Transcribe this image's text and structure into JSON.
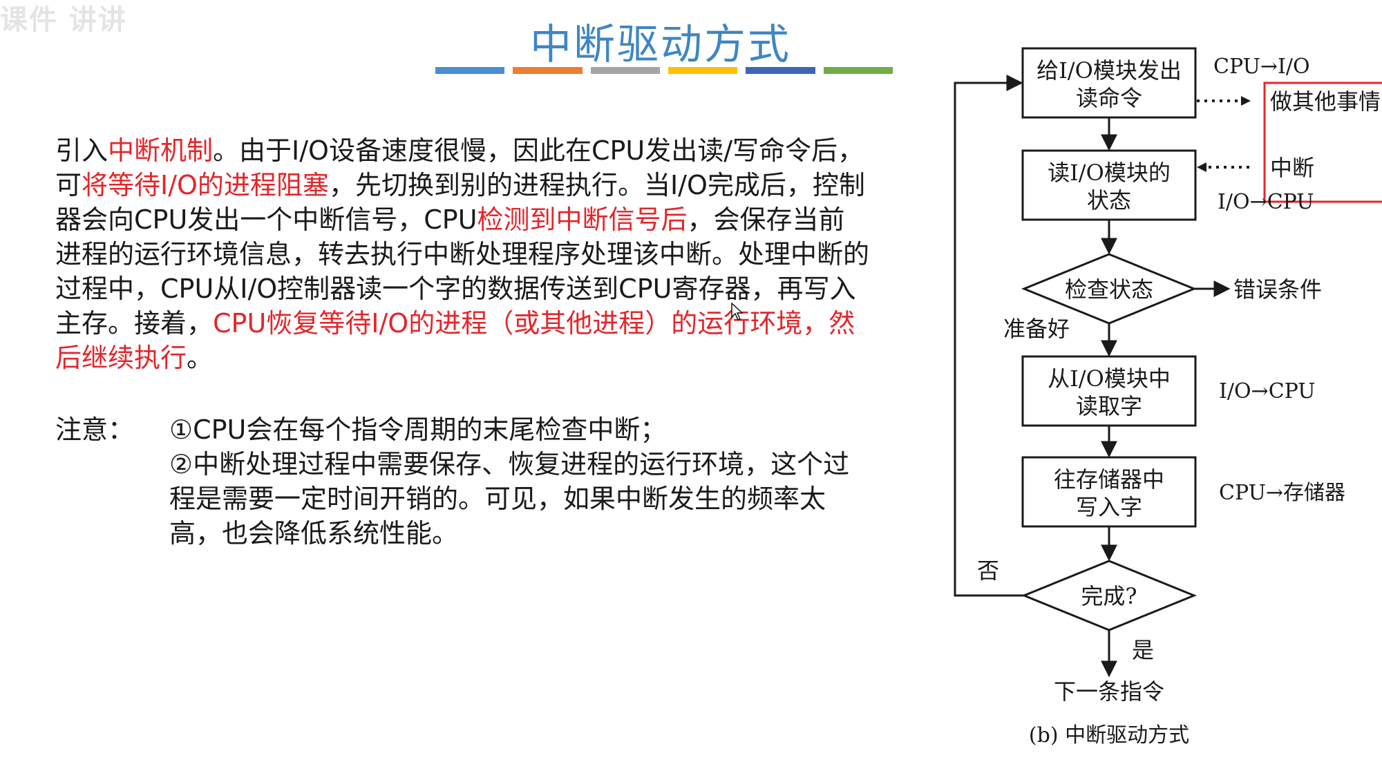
{
  "watermark": "课件 讲讲",
  "title": "中断驱动方式",
  "title_bar_colors": [
    "#4a90d0",
    "#ed7d31",
    "#a5a5a5",
    "#ffc000",
    "#3e64b4",
    "#70ad47"
  ],
  "colors": {
    "title": "#3f86c4",
    "highlight": "#e3262b",
    "red_box": "#e3262b"
  },
  "main_text": [
    {
      "t": "引入",
      "hl": false
    },
    {
      "t": "中断机制",
      "hl": true
    },
    {
      "t": "。由于I/O设备速度很慢，因此在CPU发出读/写命令后，可",
      "hl": false
    },
    {
      "t": "将等待I/O的进程阻塞",
      "hl": true
    },
    {
      "t": "，先切换到别的进程执行。当I/O完成后，控制器会向CPU发出一个中断信号，CPU",
      "hl": false
    },
    {
      "t": "检测到中断信号后",
      "hl": true
    },
    {
      "t": "，会保存当前进程的运行环境信息，转去执行中断处理程序处理该中断。处理中断的过程中，CPU从I/O控制器读一个字的数据传送到CPU寄存器，再写入主存。接着，",
      "hl": false
    },
    {
      "t": "CPU恢复等待I/O的进程（或其他进程）的运行环境，然后继续执行",
      "hl": true
    },
    {
      "t": "。",
      "hl": false
    }
  ],
  "note_label": "注意：",
  "notes": [
    "①CPU会在每个指令周期的末尾检查中断；",
    "②中断处理过程中需要保存、恢复进程的运行环境，这个过程是需要一定时间开销的。可见，如果中断发生的频率太高，也会降低系统性能。"
  ],
  "flowchart": {
    "box1": [
      "给I/O模块发出",
      "读命令"
    ],
    "box2": [
      "读I/O模块的",
      "状态"
    ],
    "diamond1": "检查状态",
    "box3": [
      "从I/O模块中",
      "读取字"
    ],
    "box4": [
      "往存储器中",
      "写入字"
    ],
    "diamond2": "完成?",
    "end": "下一条指令",
    "ready_label": "准备好",
    "no_label": "否",
    "yes_label": "是",
    "error_label": "错误条件",
    "side_labels": [
      "CPU→I/O",
      "I/O→CPU",
      "I/O→CPU",
      "CPU→存储器"
    ],
    "red_box": [
      "做其他事情",
      "中断"
    ],
    "caption": "(b) 中断驱动方式"
  }
}
